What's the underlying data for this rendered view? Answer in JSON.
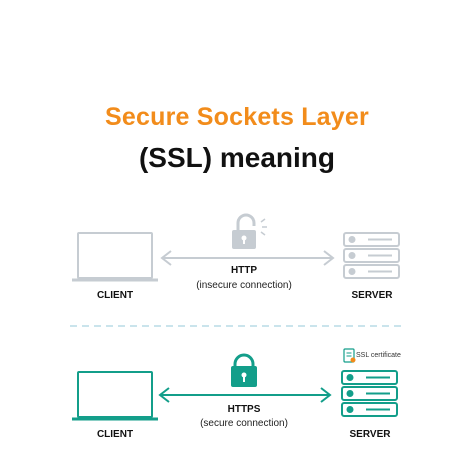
{
  "title": {
    "line1": "Secure Sockets Layer",
    "line2": "(SSL) meaning"
  },
  "colors": {
    "accent": "#f28c1b",
    "insecure": "#c6ccd2",
    "secure": "#139e8a",
    "text": "#111111"
  },
  "insecure": {
    "client_label": "CLIENT",
    "server_label": "SERVER",
    "protocol": "HTTP",
    "description": "(insecure connection)",
    "lock_icon": "unlocked-padlock-icon"
  },
  "secure": {
    "client_label": "CLIENT",
    "server_label": "SERVER",
    "protocol": "HTTPS",
    "description": "(secure connection)",
    "lock_icon": "locked-padlock-icon",
    "certificate_label": "SSL certificate"
  }
}
